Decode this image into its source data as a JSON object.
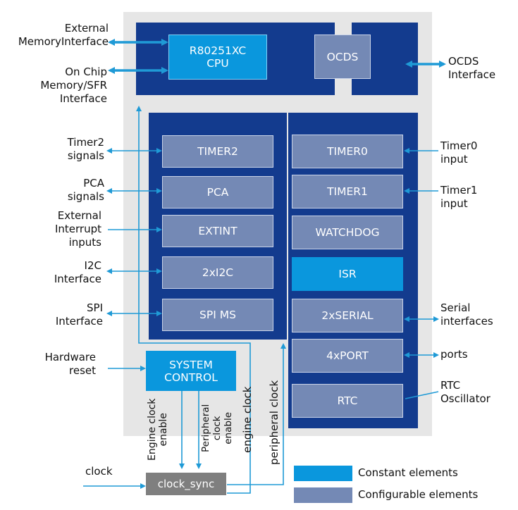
{
  "colors": {
    "gray_bg": "#e6e6e6",
    "navy": "#133b8e",
    "constant": "#0a97dd",
    "configurable": "#7489b5",
    "arrow": "#1f9ad6",
    "clock_sync": "#7f7f7f"
  },
  "blocks": {
    "cpu": "R80251XC\nCPU",
    "ocds": "OCDS",
    "timer2": "TIMER2",
    "pca": "PCA",
    "extint": "EXTINT",
    "i2c": "2xI2C",
    "spi": "SPI MS",
    "timer0": "TIMER0",
    "timer1": "TIMER1",
    "watchdog": "WATCHDOG",
    "isr": "ISR",
    "serial": "2xSERIAL",
    "port": "4xPORT",
    "rtc": "RTC",
    "system_control": "SYSTEM\nCONTROL",
    "clock_sync": "clock_sync"
  },
  "left_labels": {
    "ext_mem": "External\nMemoryInterface",
    "on_chip": "On Chip\nMemory/SFR\nInterface",
    "timer2": "Timer2\nsignals",
    "pca": "PCA\nsignals",
    "ext_int": "External\nInterrupt\ninputs",
    "i2c": "I2C\nInterface",
    "spi": "SPI\nInterface",
    "hw_reset": "Hardware\nreset",
    "clock": "clock"
  },
  "right_labels": {
    "ocds": "OCDS\nInterface",
    "timer0": "Timer0\ninput",
    "timer1": "Timer1\ninput",
    "serial": "Serial\ninterfaces",
    "ports": "ports",
    "rtc": "RTC\nOscillator"
  },
  "vertical_labels": {
    "engine_clock_enable": "Engine clock\nenable",
    "peripheral_clock_enable": "Peripheral\nclock\nenable",
    "engine_clock": "engine clock",
    "peripheral_clock": "peripheral clock"
  },
  "legend": {
    "constant": "Constant elements",
    "configurable": "Configurable elements"
  }
}
